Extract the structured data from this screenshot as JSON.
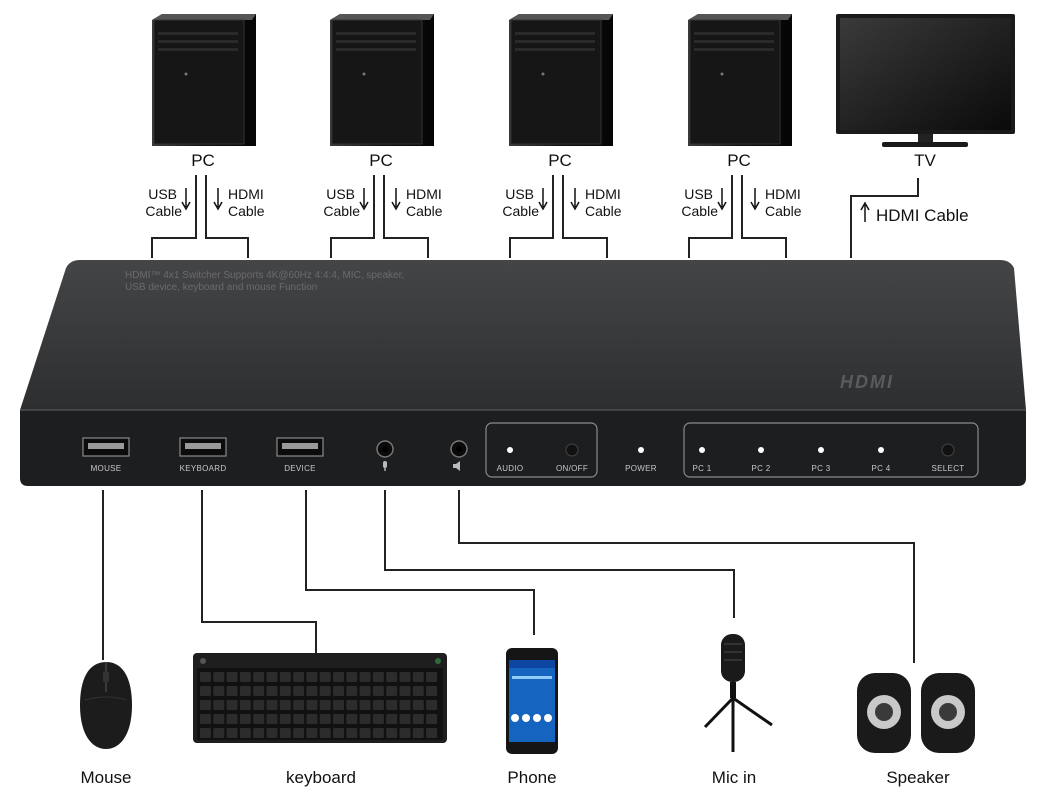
{
  "pcs": [
    {
      "label": "PC",
      "usb": [
        "USB",
        "Cable"
      ],
      "hdmi": [
        "HDMI",
        "Cable"
      ]
    },
    {
      "label": "PC",
      "usb": [
        "USB",
        "Cable"
      ],
      "hdmi": [
        "HDMI",
        "Cable"
      ]
    },
    {
      "label": "PC",
      "usb": [
        "USB",
        "Cable"
      ],
      "hdmi": [
        "HDMI",
        "Cable"
      ]
    },
    {
      "label": "PC",
      "usb": [
        "USB",
        "Cable"
      ],
      "hdmi": [
        "HDMI",
        "Cable"
      ]
    }
  ],
  "tv": {
    "label": "TV",
    "cable": "HDMI Cable"
  },
  "switcher": {
    "description_line1": "HDMI™ 4x1 Switcher Supports 4K@60Hz 4:4:4, MIC, speaker,",
    "description_line2": "USB device, keyboard and mouse Function",
    "logo": "HDMI",
    "ports": {
      "mouse": "MOUSE",
      "keyboard": "KEYBOARD",
      "device": "DEVICE",
      "audio": "AUDIO",
      "onoff": "ON/OFF",
      "power": "POWER",
      "pc1": "PC 1",
      "pc2": "PC 2",
      "pc3": "PC 3",
      "pc4": "PC 4",
      "select": "SELECT"
    }
  },
  "peripherals": {
    "mouse": "Mouse",
    "keyboard": "keyboard",
    "phone": "Phone",
    "mic": "Mic in",
    "speaker": "Speaker"
  },
  "icons": [
    "pc-tower-icon",
    "tv-icon",
    "mouse-icon",
    "keyboard-icon",
    "phone-icon",
    "microphone-icon",
    "speaker-icon",
    "mic-port-icon",
    "speaker-port-icon"
  ],
  "colors": {
    "device_body": "#2a2b2d",
    "device_top": "#3a3b3d",
    "front_panel": "#1c1d1f",
    "led": "#ffffff"
  }
}
